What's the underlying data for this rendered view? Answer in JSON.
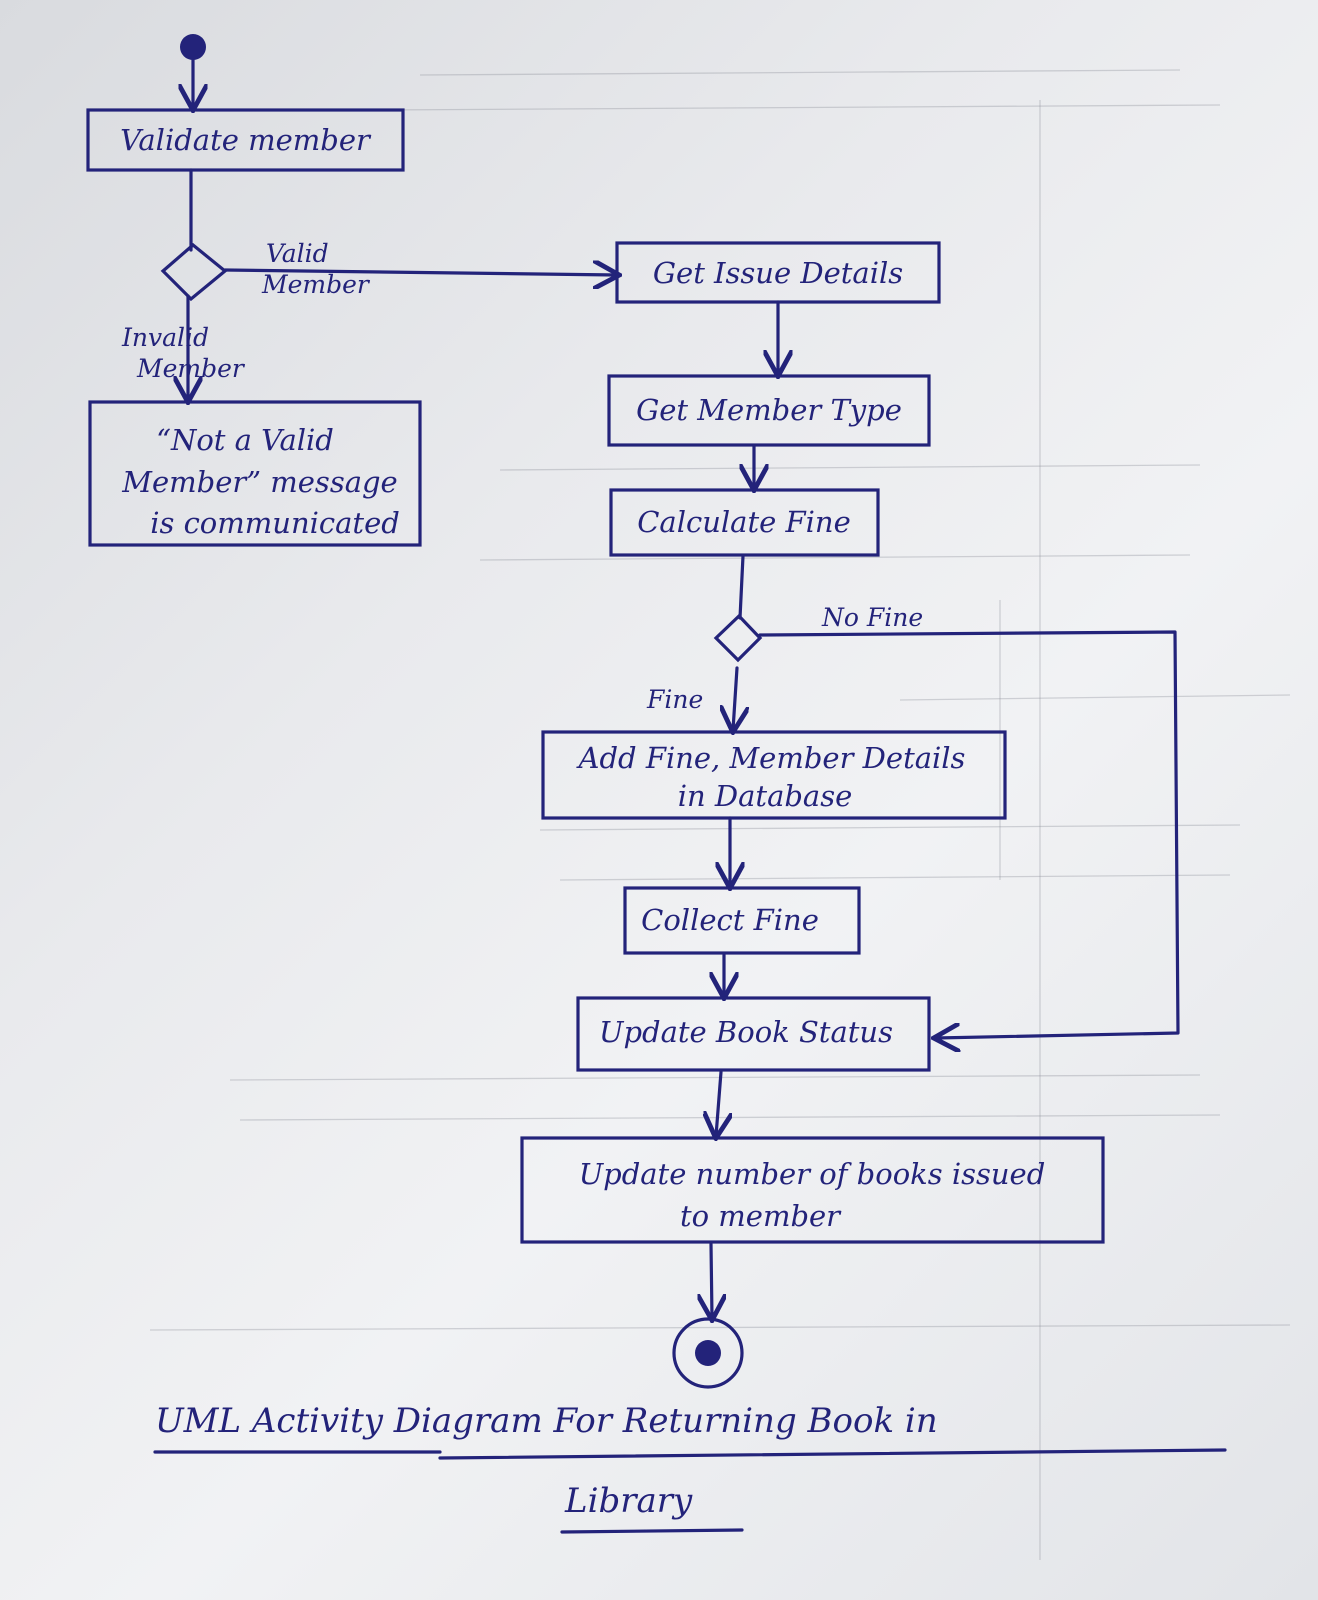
{
  "diagram": {
    "nodes": {
      "validate_member": "Validate member",
      "not_valid_line1": "“Not a Valid",
      "not_valid_line2": "Member” message",
      "not_valid_line3": "is communicated",
      "get_issue_details": "Get Issue Details",
      "get_member_type": "Get Member Type",
      "calculate_fine": "Calculate Fine",
      "add_fine_line1": "Add Fine, Member Details",
      "add_fine_line2": "in Database",
      "collect_fine": "Collect Fine",
      "update_book_status": "Update Book Status",
      "update_number_line1": "Update number of books issued",
      "update_number_line2": "to member"
    },
    "edge_labels": {
      "valid_line1": "Valid",
      "valid_line2": "Member",
      "invalid_line1": "Invalid",
      "invalid_line2": "Member",
      "no_fine": "No Fine",
      "fine": "Fine"
    },
    "title_line1": "UML Activity Diagram For Returning Book in",
    "title_line2": "Library",
    "colors": {
      "ink": "#23237a",
      "paper": "#eceef1"
    }
  }
}
